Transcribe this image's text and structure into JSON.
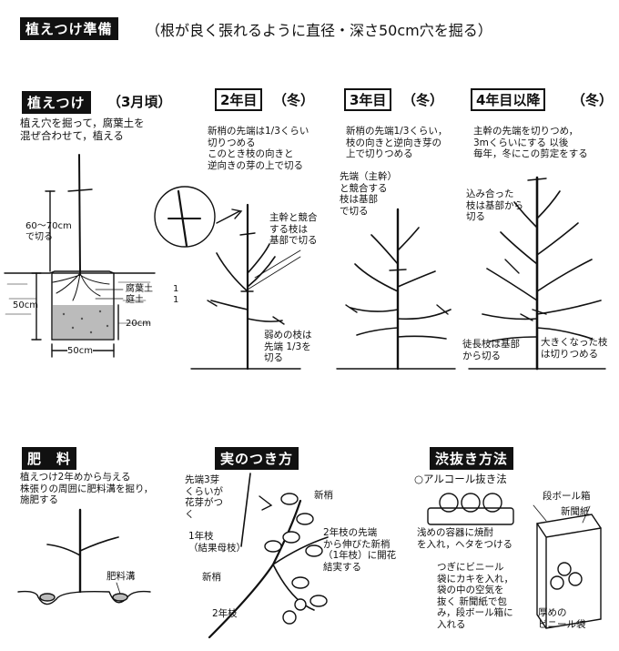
{
  "header": {
    "title": "植えつけ準備",
    "subtitle": "（根が良く張れるように直径・深さ50cm穴を掘る）"
  },
  "planting": {
    "title": "植えつけ",
    "season": "（3月頃）",
    "desc": [
      "植え穴を掘って，腐葉土を",
      "混ぜ合わせて，植える"
    ],
    "cut_label": [
      "60～70cm",
      "で切る"
    ],
    "depth": "50cm",
    "width": "50cm",
    "soil_depth": "20cm",
    "legend": [
      "腐葉土",
      "庭土"
    ],
    "legend_ratio": [
      "1",
      "1"
    ]
  },
  "year2": {
    "title": "2年目",
    "season": "（冬）",
    "desc": [
      "新梢の先端は1/3くらい",
      "切りつめる",
      "このとき枝の向きと",
      "逆向きの芽の上で切る"
    ],
    "note_main": [
      "主幹と競合",
      "する枝は",
      "基部で切る"
    ],
    "note_weak": [
      "弱めの枝は",
      "先端 1/3を",
      "切る"
    ]
  },
  "year3": {
    "title": "3年目",
    "season": "（冬）",
    "desc": [
      "新梢の先端1/3くらい，",
      "枝の向きと逆向き芽の",
      "上で切りつめる"
    ],
    "note": [
      "先端（主幹）",
      "と競合する",
      "枝は基部",
      "で切る"
    ]
  },
  "year4": {
    "title": "4年目以降",
    "season": "（冬）",
    "desc": [
      "主幹の先端を切りつめ，",
      "3mくらいにする 以後",
      "毎年，冬にこの剪定をする"
    ],
    "note_dense": [
      "込み合った",
      "枝は基部から",
      "切る"
    ],
    "note_long": [
      "徒長枝は基部",
      "から切る"
    ],
    "note_big": [
      "大きくなった枝",
      "は切りつめる"
    ]
  },
  "fertilizer": {
    "title": "肥　料",
    "desc": [
      "植えつけ2年めから与える",
      "株張りの周囲に肥料溝を掘り，",
      "施肥する"
    ],
    "ditch": "肥料溝"
  },
  "fruiting": {
    "title": "実のつき方",
    "bud_note": [
      "先端3芽",
      "くらいが",
      "花芽がつ",
      "く"
    ],
    "shoot1": "新梢",
    "branch1": [
      "1年枝",
      "（結果母枝）"
    ],
    "shoot2": "新梢",
    "note": [
      "2年枝の先端",
      "から伸びた新梢",
      "（1年枝）に開花",
      "結実する"
    ],
    "branch2": "2年枝"
  },
  "astringency": {
    "title": "渋抜き方法",
    "method": "○アルコール抜き法",
    "box": "段ボール箱",
    "paper": "新聞紙",
    "step1": [
      "浅めの容器に焼酎",
      "を入れ，ヘタをつける"
    ],
    "step2": [
      "つぎにビニール",
      "袋にカキを入れ，",
      "袋の中の空気を",
      "抜く 新聞紙で包",
      "み，段ボール箱に",
      "入れる"
    ],
    "bag": [
      "厚めの",
      "ビニール袋"
    ]
  }
}
